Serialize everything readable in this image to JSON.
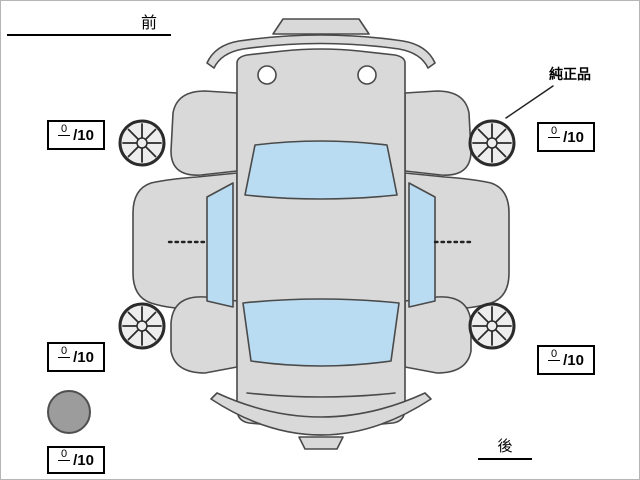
{
  "labels": {
    "front": "前",
    "rear": "後",
    "genuine_part": "純正品"
  },
  "scores": {
    "front_left": {
      "value": "0",
      "max": "/10"
    },
    "front_right": {
      "value": "0",
      "max": "/10"
    },
    "rear_left": {
      "value": "0",
      "max": "/10"
    },
    "rear_right": {
      "value": "0",
      "max": "/10"
    },
    "spare": {
      "value": "0",
      "max": "/10"
    }
  },
  "colors": {
    "car_body": "#d9d9d9",
    "glass": "#b9dcf2",
    "outline": "#4a4a4a",
    "spare_tire": "#9c9c9c",
    "wheel_rim": "#2b2b2b"
  },
  "diagram": {
    "description": "top-down unfolded car body condition diagram with four wheels and spare tire"
  }
}
